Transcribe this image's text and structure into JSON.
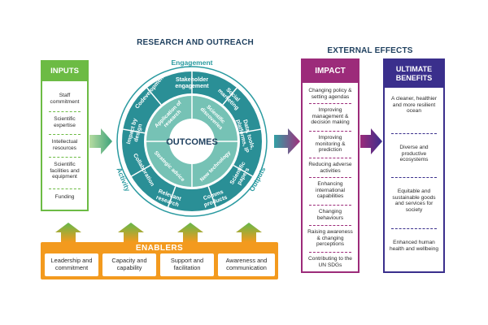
{
  "headers": {
    "research": "RESEARCH AND OUTREACH",
    "external": "EXTERNAL EFFECTS"
  },
  "inputs": {
    "title": "INPUTS",
    "items": [
      "Staff commitment",
      "Scientific expertise",
      "Intellectual resources",
      "Scientific facilities and equipment",
      "Funding"
    ]
  },
  "wheel": {
    "center": "OUTCOMES",
    "ring_labels": {
      "engagement": "Engagement",
      "activity": "Activity",
      "outputs": "Outputs"
    },
    "outer": [
      "Codevelopment",
      "Stakeholder engagement",
      "Social marketing",
      "Data, tools, platforms, IP",
      "Scientific papers",
      "Comms products",
      "Relevant research",
      "Collaboration",
      "Impact by design"
    ],
    "inner": [
      "Application of research",
      "Scientific discoveries",
      "New technology",
      "Strategic advice"
    ]
  },
  "impact": {
    "title": "IMPACT",
    "items": [
      "Changing policy & setting agendas",
      "Improving management & decision making",
      "Improving monitoring & prediction",
      "Reducing adverse activities",
      "Enhancing international capabilities",
      "Changing behaviours",
      "Raising awareness & changing perceptions",
      "Contributing to the UN SDGs"
    ]
  },
  "benefits": {
    "title": "ULTIMATE BENEFITS",
    "items": [
      "A cleaner, healthier and more resilient ocean",
      "Diverse and productive ecosystems",
      "Equitable and sustainable goods and services for society",
      "Enhanced human health and wellbeing"
    ]
  },
  "enablers": {
    "title": "ENABLERS",
    "items": [
      "Leadership and commitment",
      "Capacity and capability",
      "Support and facilitation",
      "Awareness and communication"
    ]
  },
  "colors": {
    "inputs_green": "#6cbb44",
    "teal": "#2a9aa0",
    "wheel_dark": "#2a8f96",
    "wheel_light": "#76c2b5",
    "impact_purple": "#9c2b7a",
    "benefits_indigo": "#3a2f8c",
    "enablers_orange": "#f39a1e"
  }
}
